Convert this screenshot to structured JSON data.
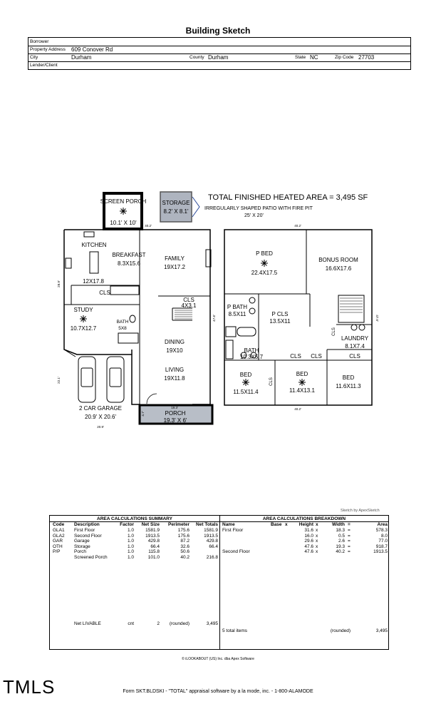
{
  "title": "Building Sketch",
  "header": {
    "borrower_label": "Borrower",
    "borrower": "",
    "property_address_label": "Property Address",
    "property_address": "609 Conover Rd",
    "city_label": "City",
    "city": "Durham",
    "county_label": "County",
    "county": "Durham",
    "state_label": "State",
    "state": "NC",
    "zip_label": "Zip Code",
    "zip": "27703",
    "lender_label": "Lender/Client",
    "lender": ""
  },
  "plan": {
    "heated_area": "TOTAL FINISHED HEATED AREA = 3,495 SF",
    "patio": "IRREGULARLY SHAPED PATIO WITH FIRE PIT",
    "patio_size": "25' X 20'",
    "rooms": {
      "screen_porch": "SCREEN PORCH",
      "screen_porch_size": "10.1' X 10'",
      "storage": "STORAGE",
      "storage_size": "8.2' X 8.1'",
      "kitchen": "KITCHEN",
      "breakfast": "BREAKFAST",
      "breakfast_size": "8.3X15.6",
      "kitchen_size": "12X17.8",
      "family": "FAMILY",
      "family_size": "19X17.2",
      "cls": "CLS",
      "cls_size": "4X3.1",
      "study": "STUDY",
      "study_size": "10.7X12.7",
      "bath": "BATH",
      "bath_size": "5X8",
      "dining": "DINING",
      "dining_size": "19X10",
      "living": "LIVING",
      "living_size": "19X11.8",
      "garage": "2 CAR GARAGE",
      "garage_size": "20.9' X 20.6'",
      "porch": "PORCH",
      "porch_size": "19.3' X 6'",
      "pbed": "P BED",
      "pbed_size": "22.4X17.5",
      "bonus": "BONUS ROOM",
      "bonus_size": "16.6X17.6",
      "pbath": "P BATH",
      "pbath_size": "8.5X11",
      "pcls": "P CLS",
      "pcls_size": "13.5X11",
      "laundry": "LAUNDRY",
      "laundry_size": "8.1X7.4",
      "bath2": "BATH",
      "bath2_size": "10.3X5.7",
      "bed1": "BED",
      "bed1_size": "11.5X11.4",
      "bed2": "BED",
      "bed2_size": "11.4X13.1",
      "bed3": "BED",
      "bed3_size": "11.6X11.3"
    },
    "dims": {
      "d1": "40.2'",
      "d2": "40.2'",
      "d3": "28.9'",
      "d4": "22.1'",
      "d5": "19.3'",
      "d6": "20.9'",
      "d7": "4.7'",
      "d8": "47.6'",
      "d9": "47.6'",
      "d10": "40.2'"
    }
  },
  "sketch_by": "Sketch by ApexSketch",
  "summary": {
    "title": "AREA CALCULATIONS SUMMARY",
    "headers": [
      "Code",
      "Description",
      "Factor",
      "Net Size",
      "Perimeter",
      "Net Totals"
    ],
    "rows": [
      [
        "GLA1",
        "First Floor",
        "1.0",
        "1581.9",
        "175.6",
        "1581.9"
      ],
      [
        "GLA2",
        "Second Floor",
        "1.0",
        "1913.5",
        "175.6",
        "1913.5"
      ],
      [
        "GAR",
        "Garage",
        "1.0",
        "429.8",
        "87.2",
        "429.8"
      ],
      [
        "OTH",
        "Storage",
        "1.0",
        "66.4",
        "32.6",
        "66.4"
      ],
      [
        "P/P",
        "Porch",
        "1.0",
        "115.8",
        "50.6",
        ""
      ],
      [
        "",
        "Screened Porch",
        "1.0",
        "101.0",
        "40.2",
        "216.8"
      ]
    ],
    "net_livable_label": "Net LIVABLE",
    "net_livable_cnt_label": "cnt",
    "net_livable_cnt": "2",
    "net_livable_rounded": "(rounded)",
    "net_livable_total": "3,495"
  },
  "breakdown": {
    "title": "AREA CALCULATIONS BREAKDOWN",
    "headers": [
      "Name",
      "Base",
      "x",
      "Height",
      "x",
      "Width",
      "=",
      "Area"
    ],
    "rows": [
      [
        "First Floor",
        "31.6",
        "18.3",
        "578.3"
      ],
      [
        "",
        "16.0",
        "0.5",
        "8.0"
      ],
      [
        "",
        "29.6",
        "2.6",
        "77.0"
      ],
      [
        "",
        "47.6",
        "19.3",
        "918.7"
      ],
      [
        "Second Floor",
        "47.6",
        "40.2",
        "1913.5"
      ]
    ],
    "total_items": "5 total items",
    "rounded": "(rounded)",
    "total": "3,495"
  },
  "copyright": "© iLOOKABOUT (US) Inc. dba Apex Software",
  "tmls": "TMLS",
  "form_footer": "Form SKT.BLDSKI - \"TOTAL\" appraisal software by a la mode, inc. - 1-800-ALAMODE"
}
